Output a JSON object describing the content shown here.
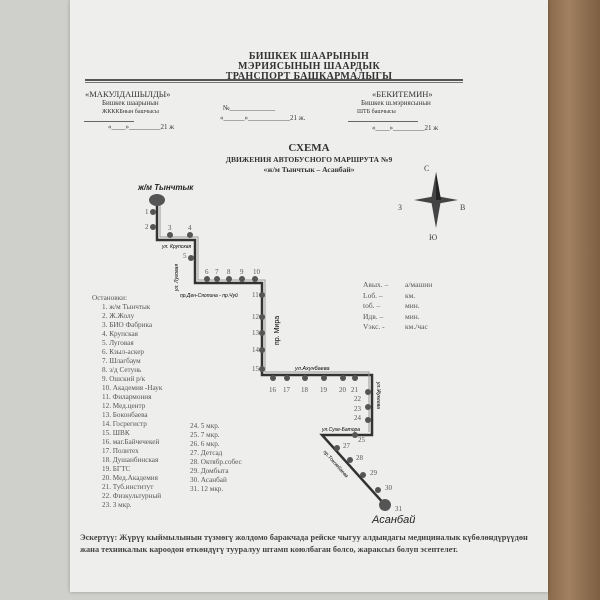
{
  "header": {
    "line1": "БИШКЕК ШААРЫНЫН",
    "line2": "МЭРИЯСЫНЫН     ШААРДЫК",
    "line3": "ТРАНСПОРТ БАШКАРМАЛЫГЫ"
  },
  "left_block": {
    "title": "«МАКУЛДАШЫЛДЫ»",
    "line1": "Бишкек шаарынын",
    "line2": "ЖКККБнын башчысы",
    "date": "«____»_________21  ж"
  },
  "center_block": {
    "number": "№_____________",
    "date": "«______»____________21  ж."
  },
  "right_block": {
    "title": "«БЕКИТЕМИН»",
    "line1": "Бишкек ш.мэриясынын",
    "line2": "ШТБ башчысы",
    "date": "«____»_________21  ж"
  },
  "title": {
    "main": "СХЕМА",
    "sub": "ДВИЖЕНИЯ АВТОБУСНОГО МАРШРУТА №9",
    "route": "«ж/м  Тынчтык – Асанбай»"
  },
  "compass": {
    "n": "С",
    "s": "Ю",
    "w": "З",
    "e": "В"
  },
  "map": {
    "start": "ж/м Тынчтык",
    "end": "Асанбай",
    "streets": {
      "krupskaya": "ул. Крупская",
      "lugovaya": "ул. Луговая",
      "chui": "пр.Ден-Сяопина - пр.Чуй",
      "mira": "пр. Мира",
      "akhunbaeva": "ул.Ахунбаева",
      "zhukeeva": "ул.Жукеева",
      "suhe": "ул.Сухе-Батора",
      "tokombaeva": "пр.Токомбаева"
    },
    "stop_numbers": [
      "1",
      "2",
      "3",
      "4",
      "5",
      "6",
      "7",
      "8",
      "9",
      "10",
      "11",
      "12",
      "13",
      "14",
      "15",
      "16",
      "17",
      "18",
      "19",
      "20",
      "21",
      "22",
      "23",
      "24",
      "25",
      "27",
      "28",
      "29",
      "30",
      "31"
    ]
  },
  "stops_title": "Остановки:",
  "stops": [
    "1.  ж/м  Тынчтык",
    "2.  Ж.Жолу",
    "3.  БИО Фабрика",
    "4.  Крупская",
    "5.  Луговая",
    "6.  Кзыл-аскер",
    "7.  Шлагбаум",
    "8.  з/д Сетунь",
    "9.  Ошский р/к",
    "10. Академия -Наук",
    "11. Филармония",
    "12. Мед.центр",
    "13. Боконбаева",
    "14. Госрегистр",
    "15. ШВК",
    "16. маг.Байчечекей",
    "17. Политех",
    "18. Душанбинская",
    "19. БГТС",
    "20. Мед.Академия",
    "21. Туб.институт",
    "22. Физкультурный",
    "23. 3 мкр."
  ],
  "stops2": [
    "24. 5 мкр.",
    "25. 7 мкр.",
    "26. 6 мкр.",
    "27. Детсад",
    "28. Октябр.собес",
    "29. Домбыта",
    "30. Асанбай",
    "31. 12 мкр."
  ],
  "params": [
    [
      "Авых. –",
      "а/машин"
    ],
    [
      "Lоб. –",
      "км."
    ],
    [
      "tоб. –",
      "мин."
    ],
    [
      "Идв. –",
      "мин."
    ],
    [
      "Vэкс. -",
      "км./час"
    ]
  ],
  "note": "Эскертүү: Жүрүү кыймылынын түзмөгү жолдомо баракчада рейске чыгуу алдындагы медициналык күбөлөндүрүүдөн жана техникалык кароодон өткөндүгү тууралуу штамп коюлбаган болсо, жараксыз болуп эсептелет."
}
